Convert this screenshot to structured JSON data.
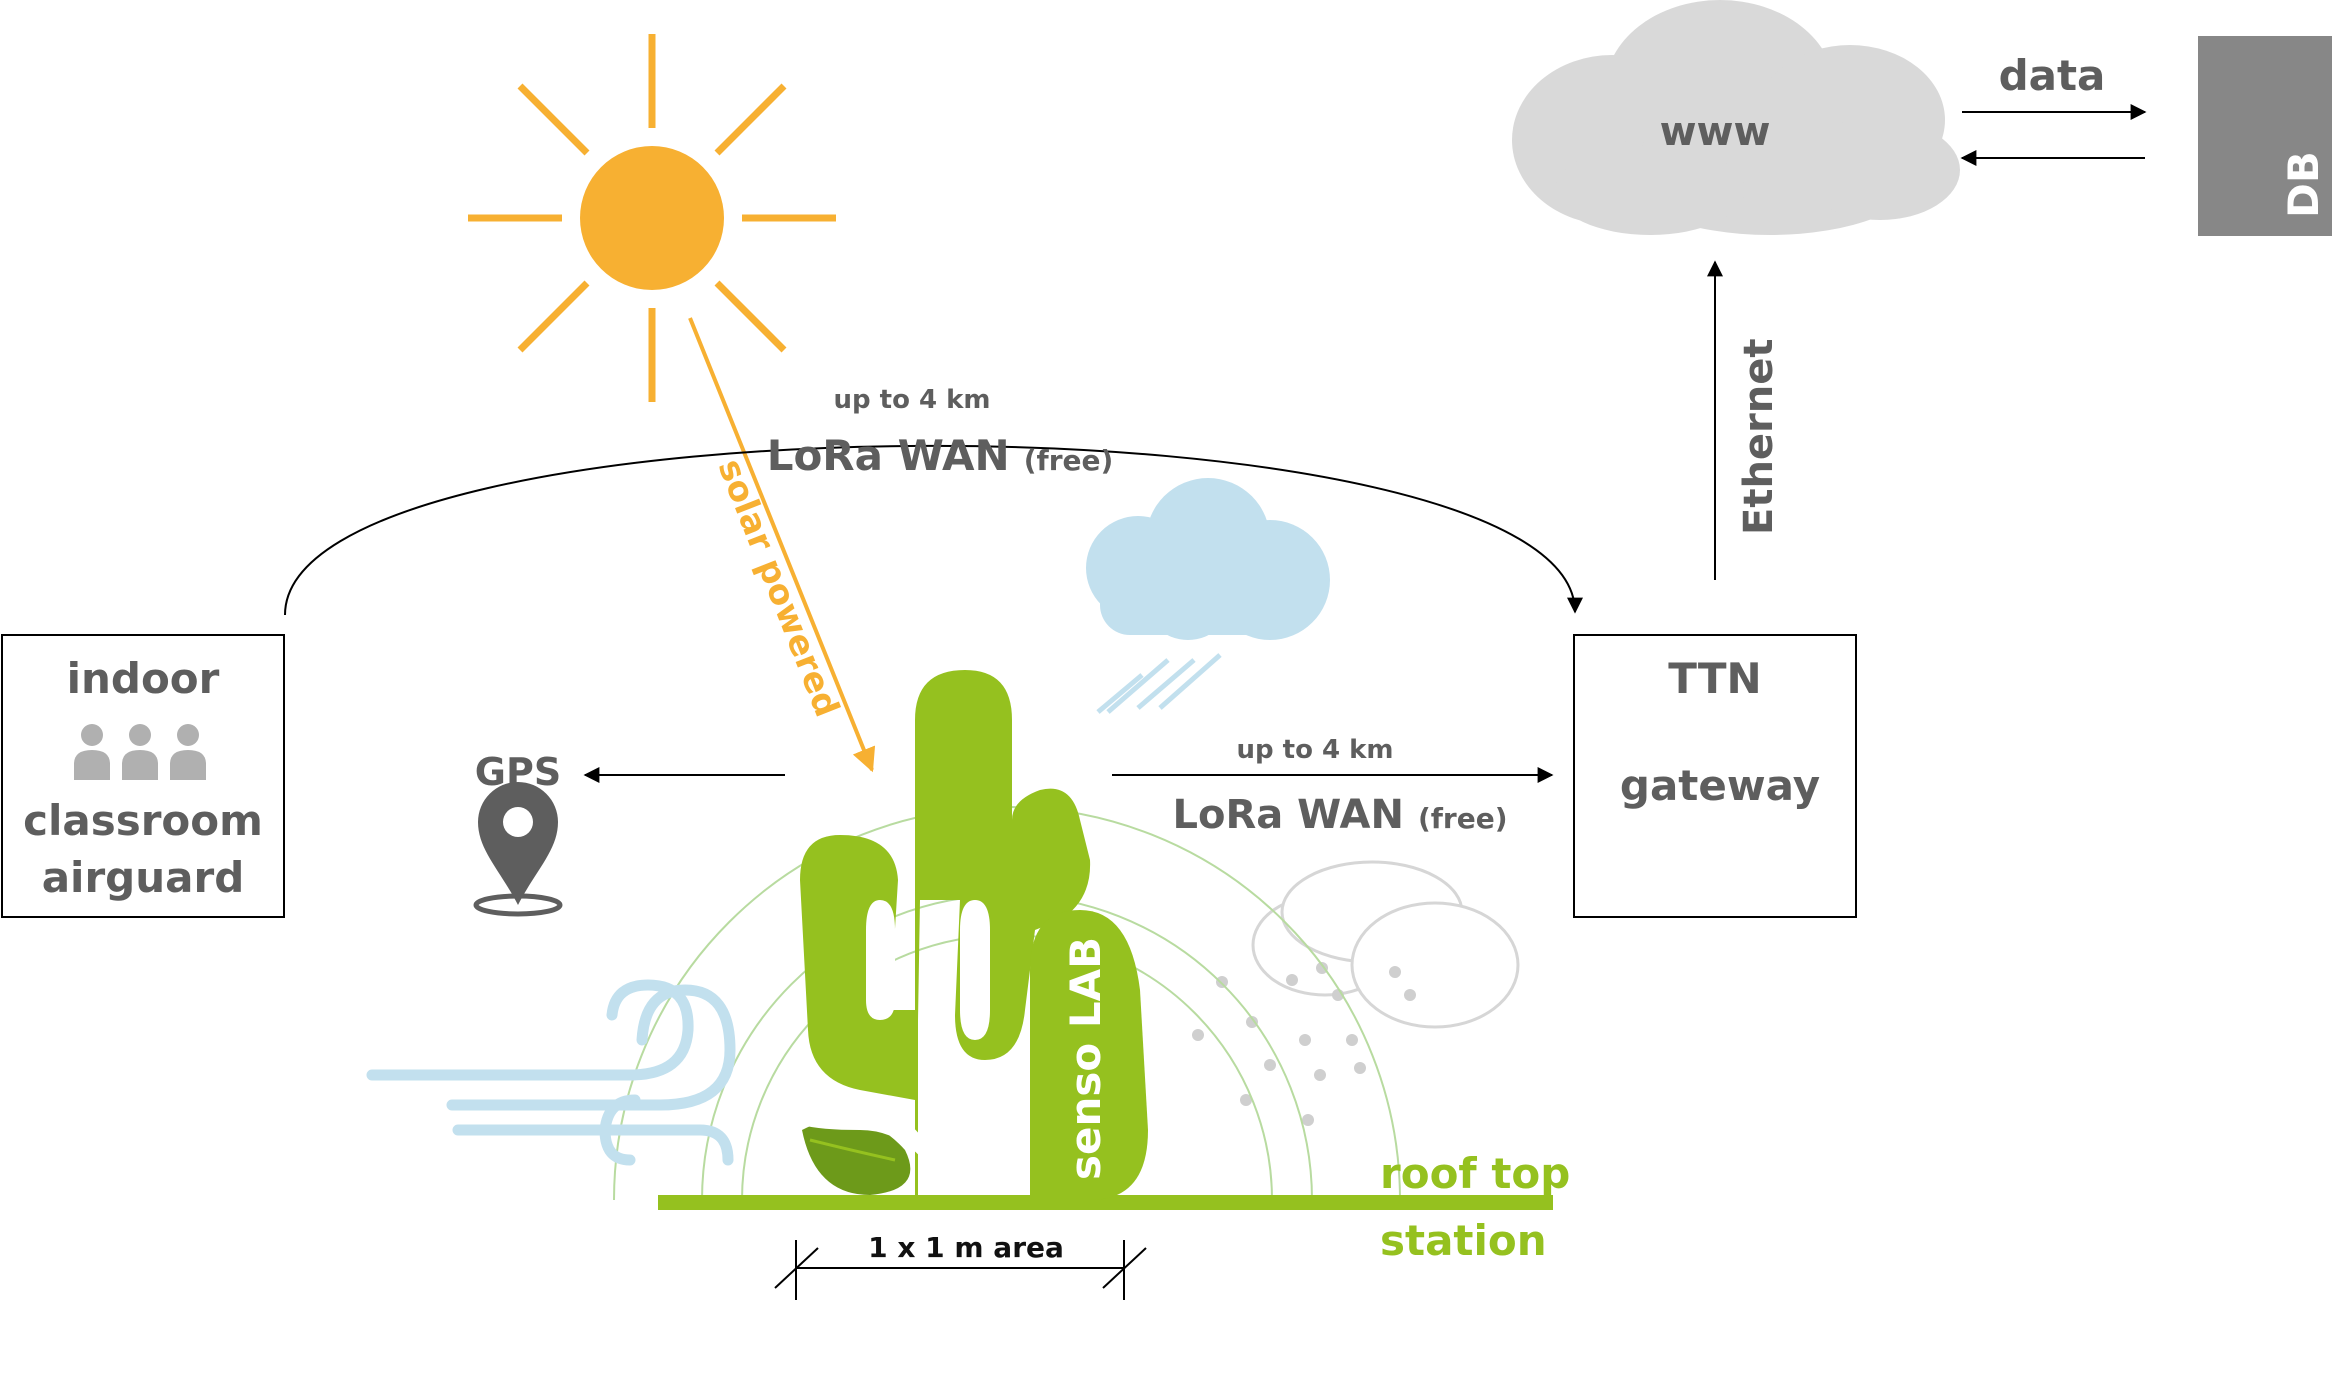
{
  "indoor": {
    "title": "indoor",
    "line1": "classroom",
    "line2": "airguard"
  },
  "gps": {
    "label": "GPS"
  },
  "gateway": {
    "title": "TTN",
    "subtitle": "gateway"
  },
  "cloud": {
    "label": "www"
  },
  "db": {
    "label": "DB"
  },
  "data_link": {
    "label": "data"
  },
  "ethernet": {
    "label": "Ethernet"
  },
  "solar": {
    "label": "solar powered"
  },
  "lora_top": {
    "distance": "up to 4 km",
    "name": "LoRa WAN",
    "note": "(free)"
  },
  "lora_mid": {
    "distance": "up to 4 km",
    "name": "LoRa WAN",
    "note": "(free)"
  },
  "station": {
    "brand": "senso LAB",
    "line1": "roof top",
    "line2": "station",
    "area": "1 x 1 m area"
  },
  "colors": {
    "sun": "#f7b032",
    "cactus": "#95c11f",
    "cactus_dark": "#6d9a1a",
    "grey_text": "#5e5e5e",
    "cloud": "#d9d9d9",
    "rain_cloud": "#c2e0ee",
    "db": "#878787"
  },
  "icons": [
    "sun-icon",
    "rain-cloud-icon",
    "wind-icon",
    "dust-cloud-icon",
    "gps-pin-icon",
    "people-icon",
    "cactus-station-icon"
  ]
}
